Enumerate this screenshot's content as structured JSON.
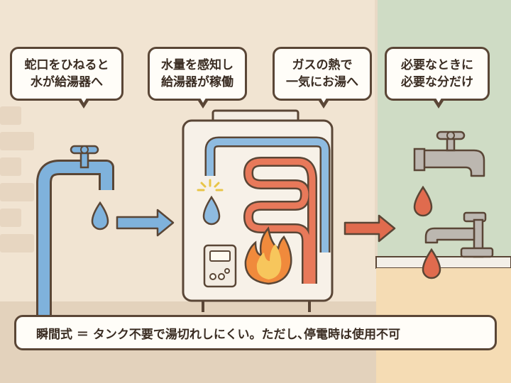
{
  "bubbles": [
    {
      "line1": "蛇口をひねると",
      "line2": "水が給湯器へ"
    },
    {
      "line1": "水量を感知し",
      "line2": "給湯器が稼働"
    },
    {
      "line1": "ガスの熱で",
      "line2": "一気にお湯へ"
    },
    {
      "line1": "必要なときに",
      "line2": "必要な分だけ"
    }
  ],
  "caption": "瞬間式 ＝ タンク不要で湯切れしにくい。ただし､停電時は使用不可",
  "colors": {
    "cold_water": "#7fb2dc",
    "hot_water": "#e06b4e",
    "flame": "#f08a3c",
    "outline": "#5a4636",
    "wall_right": "#cfdcc5",
    "counter": "#f5dcb4"
  },
  "icons": [
    "faucet-icon",
    "water-drop-icon",
    "arrow-right-icon",
    "water-heater-icon",
    "flame-icon",
    "sensor-icon",
    "control-panel-icon",
    "hot-water-drop-icon",
    "kitchen-faucet-icon"
  ]
}
